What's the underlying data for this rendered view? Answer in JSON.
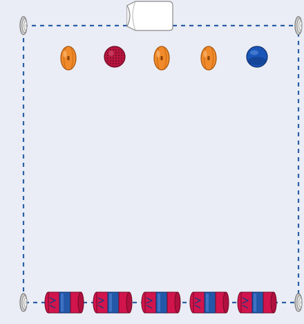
{
  "scene": {
    "background": "#eaedf5",
    "boundary": {
      "style": "dashed",
      "color": "#2a5fa5"
    },
    "corner_markers": [
      {
        "icon": "cone-marker-icon",
        "position": "top-left"
      },
      {
        "icon": "cone-marker-icon",
        "position": "top-right"
      },
      {
        "icon": "cone-marker-icon",
        "position": "bottom-left"
      },
      {
        "icon": "cone-marker-icon",
        "position": "bottom-right"
      }
    ],
    "player_marker": {
      "icon": "pinnie-bib-icon",
      "position": "top-center",
      "color": "#ffffff"
    },
    "balls": [
      {
        "icon": "rugby-ball-icon",
        "color": "#f08a2a"
      },
      {
        "icon": "spiky-ball-icon",
        "color": "#b8163f"
      },
      {
        "icon": "rugby-ball-icon",
        "color": "#f08a2a"
      },
      {
        "icon": "rugby-ball-icon",
        "color": "#f08a2a"
      },
      {
        "icon": "disc-ball-icon",
        "color": "#1a56b8"
      }
    ],
    "tackle_bags": [
      {
        "icon": "tackle-bag-icon"
      },
      {
        "icon": "tackle-bag-icon"
      },
      {
        "icon": "tackle-bag-icon"
      },
      {
        "icon": "tackle-bag-icon"
      },
      {
        "icon": "tackle-bag-icon"
      }
    ],
    "colors": {
      "bag_red": "#d2144d",
      "bag_blue": "#2357a8",
      "ball_orange": "#f08a2a",
      "ball_crimson": "#b8163f",
      "ball_blue": "#1a56b8"
    }
  }
}
